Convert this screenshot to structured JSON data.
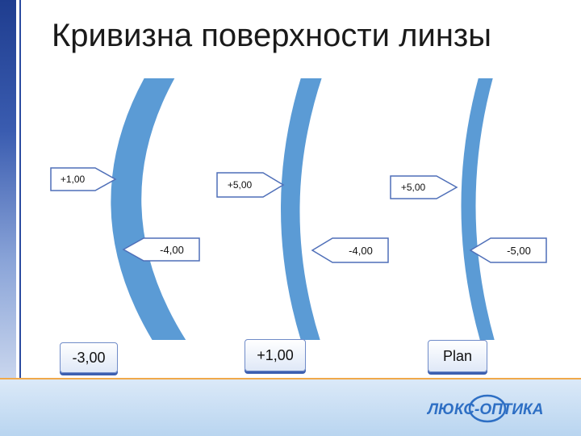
{
  "title": "Кривизна поверхности линзы",
  "lenses": [
    {
      "front_label": "+1,00",
      "back_label": "-4,00",
      "result_label": "-3,00"
    },
    {
      "front_label": "+5,00",
      "back_label": "-4,00",
      "result_label": "+1,00"
    },
    {
      "front_label": "+5,00",
      "back_label": "-5,00",
      "result_label": "Plan"
    }
  ],
  "logo": {
    "text": "ЛЮКС-ОПТИКА"
  },
  "colors": {
    "lens": "#5b9bd5",
    "lens_edge": "#ffffff",
    "callout_fill": "#ffffff",
    "callout_stroke": "#4f6fb8",
    "accent": "#f0a94a",
    "logo": "#2e6fc4"
  }
}
